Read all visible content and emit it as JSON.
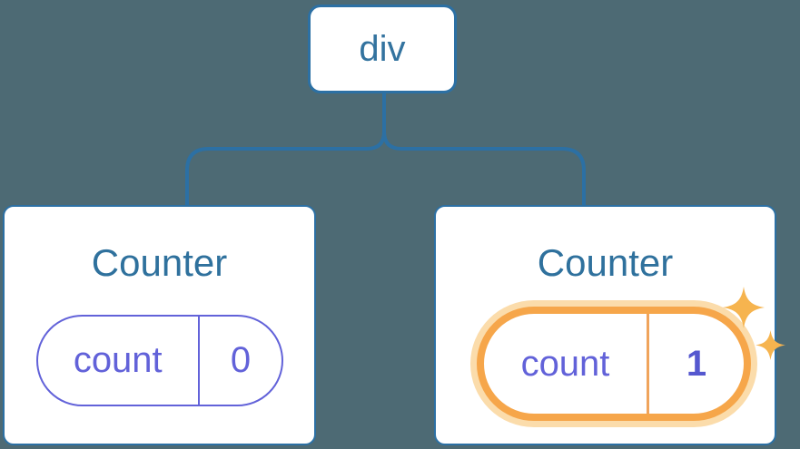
{
  "diagram": {
    "description": "Component tree: div root with two Counter children holding independent count state",
    "root": {
      "label": "div"
    },
    "children": [
      {
        "title": "Counter",
        "state": {
          "key": "count",
          "value": "0"
        },
        "highlighted": false
      },
      {
        "title": "Counter",
        "state": {
          "key": "count",
          "value": "1"
        },
        "highlighted": true
      }
    ]
  },
  "icons": {
    "sparkles": "sparkles-icon (two four-point stars marking updated state)"
  },
  "colors": {
    "background": "#4d6a74",
    "node_stroke": "#2c70a4",
    "node_text": "#33739f",
    "title_text": "#2f719d",
    "state_purple": "#6262d9",
    "state_value_bold": "#5558cf",
    "highlight_orange": "#f6a64a",
    "highlight_halo": "#fbdcab",
    "highlight_divider": "#f0a45c",
    "sparkle": "#f6b44f",
    "card_background": "#ffffff"
  }
}
